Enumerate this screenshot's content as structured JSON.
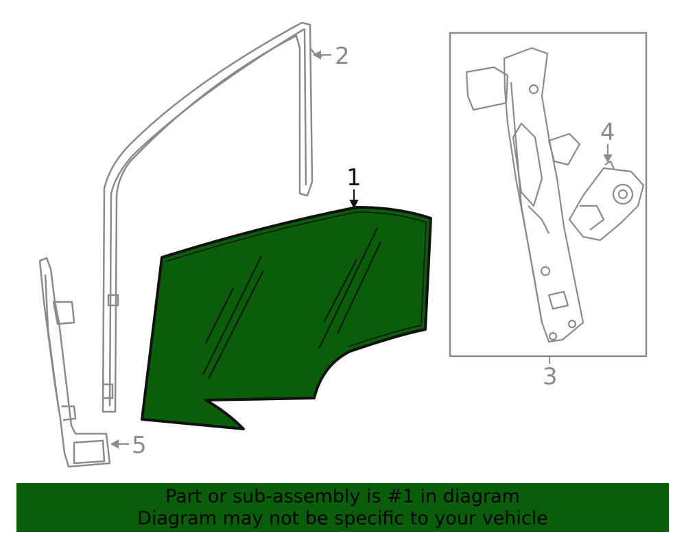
{
  "diagram": {
    "callouts": {
      "glass": "1",
      "run_channel": "2",
      "regulator": "3",
      "motor": "4",
      "rear_channel": "5"
    },
    "colors": {
      "highlight": "#0a5e0a",
      "outline": "#8a8a8a",
      "ink": "#111111"
    }
  },
  "banner": {
    "line1": "Part or sub-assembly is #1 in diagram",
    "line2": "Diagram may not be specific to your vehicle"
  }
}
